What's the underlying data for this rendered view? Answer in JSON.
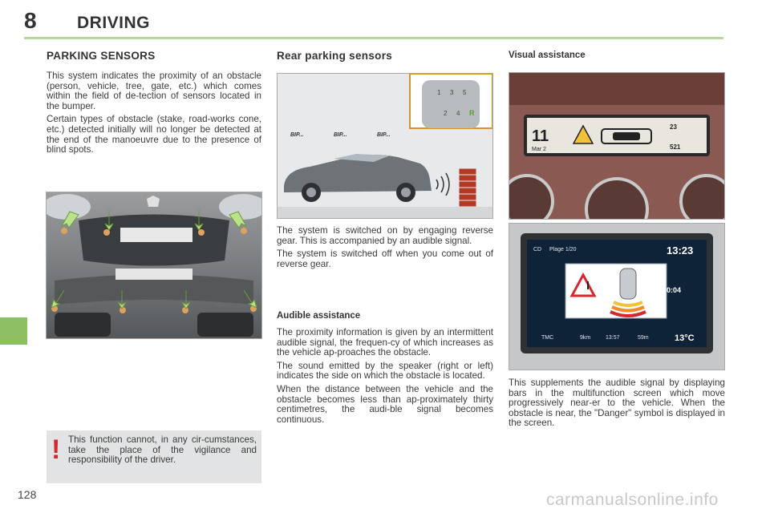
{
  "header": {
    "chapter_number": "8",
    "chapter_title": "DRIVING"
  },
  "parking_sensors": {
    "title": "PARKING SENSORS",
    "paragraphs": [
      "This system indicates the proximity of an obstacle (person, vehicle, tree, gate, etc.) which comes within the field of de-tection of sensors located in the bumper.",
      "Certain types of obstacle (stake, road-works cone, etc.) detected initially will no longer be detected at the end of the manoeuvre due to the presence of blind spots."
    ]
  },
  "warning": {
    "mark": "!",
    "text": "This function cannot, in any cir-cumstances, take the place of the vigilance and responsibility of the driver."
  },
  "rear_sensors": {
    "title": "Rear parking sensors",
    "beep_labels": [
      "BIP...",
      "BIP...",
      "BIP..."
    ],
    "gear_labels": [
      "1",
      "3",
      "5",
      "2",
      "4",
      "R"
    ],
    "paragraphs": [
      "The system is switched on by engaging reverse gear. This is accompanied by an audible signal.",
      "The system is switched off when you come out of reverse gear."
    ]
  },
  "audible": {
    "title": "Audible assistance",
    "paragraphs": [
      "The proximity information is given by an intermittent audible signal, the frequen-cy of which increases as the vehicle ap-proaches the obstacle.",
      "The sound emitted by the speaker (right or left) indicates the side on which the obstacle is located.",
      "When the distance between the vehicle and the obstacle becomes less than ap-proximately thirty centimetres, the audi-ble signal becomes continuous."
    ]
  },
  "visual": {
    "title": "Visual assistance",
    "display1": {
      "time": "11",
      "date": "Mar 2",
      "temp": "23",
      "fm": "521"
    },
    "display2": {
      "source": "CD",
      "track": "Plage 1/20",
      "time": "13:23",
      "elapsed": "0:04",
      "tmc": "TMC",
      "dist1": "9km",
      "clock": "13:57",
      "dist2": "59m",
      "temp": "13°C"
    },
    "paragraph": "This supplements the audible signal by displaying bars in the multifunction screen which move progressively near-er to the vehicle. When the obstacle is near, the \"Danger\" symbol is displayed in the screen."
  },
  "footer": {
    "page_number": "128",
    "watermark": "carmanualsonline.info"
  }
}
